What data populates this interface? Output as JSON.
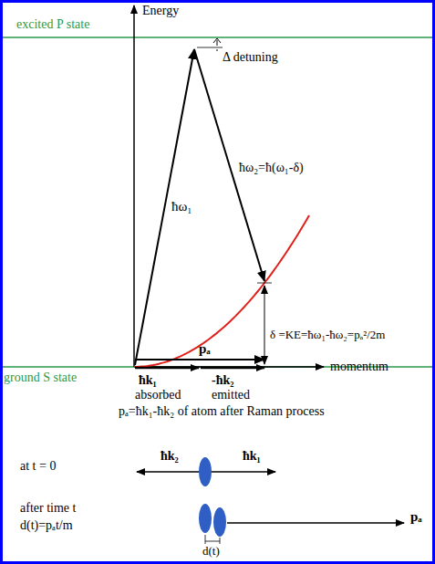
{
  "diagram": {
    "labels": [
      "Energy",
      "excited P state",
      "Δ detuning",
      "ħω₁",
      "ħω₂=ħ(ω₁-δ)",
      "δ =KE=ħω₁-ħω₂=pₐ²/2m",
      "pₐ",
      "ground S state",
      "momentum",
      "ħk₁",
      "absorbed",
      "-ħk₂",
      "emitted",
      "pₐ=ħk₁-ħk₂ of atom after Raman process",
      "at t = 0",
      "ħk₂",
      "ħk₁",
      "after time t",
      "d(t)=pₐt/m",
      "pₐ",
      "d(t)"
    ]
  }
}
